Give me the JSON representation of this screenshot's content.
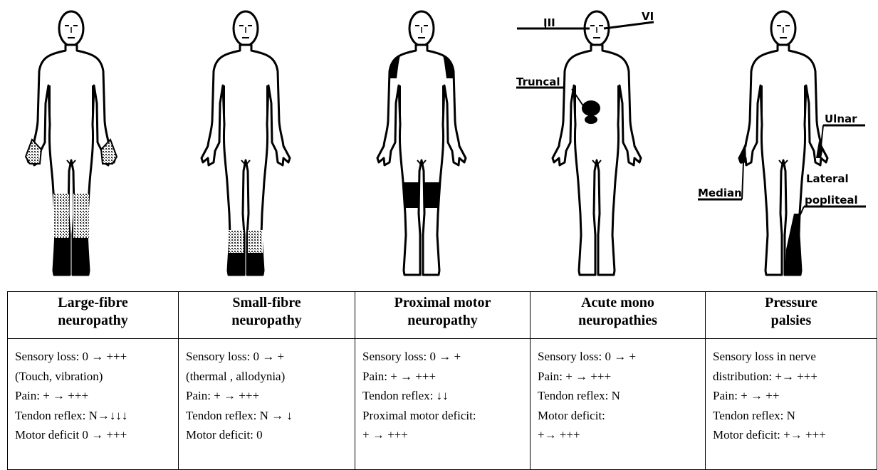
{
  "figure_labels": {
    "cn3": "III",
    "cn6": "VI",
    "truncal": "Truncal",
    "ulnar": "Ulnar",
    "median": "Median",
    "lateral": "Lateral",
    "popliteal": "popliteal"
  },
  "table": {
    "headers": [
      [
        "Large-fibre",
        "neuropathy"
      ],
      [
        "Small-fibre",
        "neuropathy"
      ],
      [
        "Proximal motor",
        "neuropathy"
      ],
      [
        "Acute mono",
        "neuropathies"
      ],
      [
        "Pressure",
        "palsies"
      ]
    ],
    "cells": [
      [
        "Sensory loss: 0 → +++",
        "(Touch, vibration)",
        "Pain: + → +++",
        "Tendon reflex: N→↓↓↓",
        "Motor deficit 0 → +++"
      ],
      [
        "Sensory loss: 0 → +",
        "(thermal , allodynia)",
        "Pain: + → +++",
        "Tendon reflex: N → ↓",
        "Motor deficit: 0"
      ],
      [
        "Sensory loss: 0 → +",
        "Pain: + → +++",
        "Tendon reflex: ↓↓",
        "Proximal motor deficit:",
        "+ → +++"
      ],
      [
        "Sensory loss: 0 → +",
        "Pain: + → +++",
        "Tendon reflex: N",
        "Motor deficit:",
        "+→ +++"
      ],
      [
        "Sensory loss in nerve",
        "distribution: +→ +++",
        "Pain: + → ++",
        "Tendon reflex: N",
        "Motor deficit: +→ +++"
      ]
    ]
  },
  "colors": {
    "ink": "#000000",
    "stipple": "#555555",
    "background": "#ffffff"
  }
}
